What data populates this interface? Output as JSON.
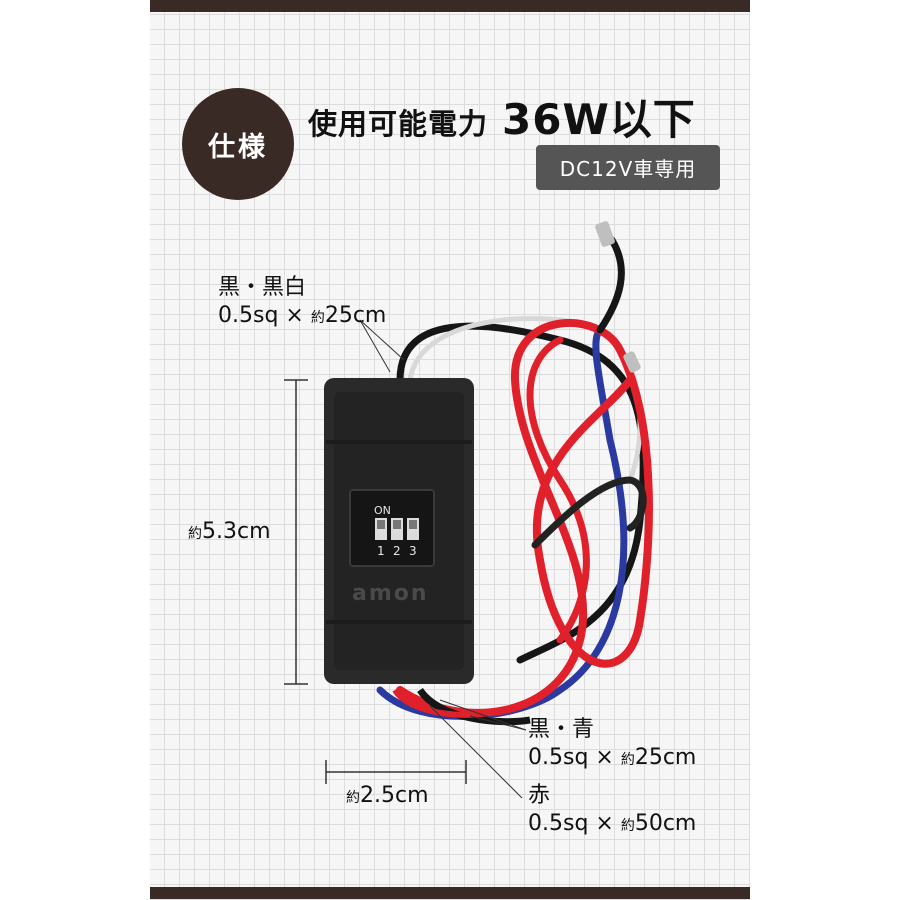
{
  "badge": {
    "label": "仕様"
  },
  "headline": {
    "label": "使用可能電力",
    "value": "36W以下"
  },
  "pill": {
    "label": "DC12V車専用"
  },
  "device": {
    "switch_on": "ON",
    "switch_numbers": [
      "1",
      "2",
      "3"
    ],
    "logo": "amon"
  },
  "labels": {
    "wire_black_white": {
      "name": "黒・黒白",
      "spec_pre": "0.5sq × ",
      "approx": "約",
      "spec_post": "25cm"
    },
    "height": {
      "approx": "約",
      "value": "5.3cm"
    },
    "wire_black_blue": {
      "name": "黒・青",
      "spec_pre": "0.5sq × ",
      "approx": "約",
      "spec_post": "25cm"
    },
    "width": {
      "approx": "約",
      "value": "2.5cm"
    },
    "wire_red": {
      "name": "赤",
      "spec_pre": "0.5sq × ",
      "approx": "約",
      "spec_post": "50cm"
    }
  },
  "colors": {
    "bar": "#3a2a26",
    "badge": "#3a2a26",
    "pill": "#555555",
    "wire_red": "#e0202a",
    "wire_blue": "#2b3aa0",
    "wire_black": "#161616",
    "wire_white": "#d8d8d8"
  }
}
